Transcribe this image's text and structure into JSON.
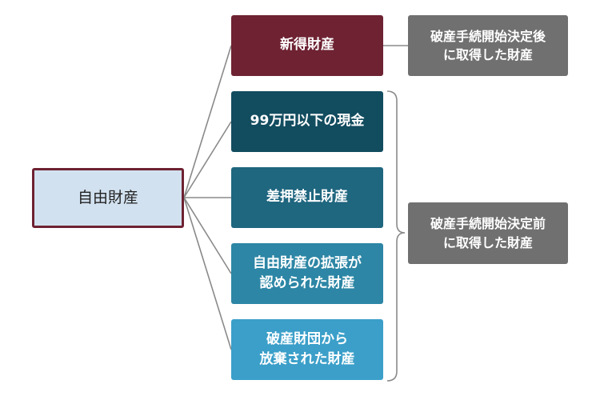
{
  "root": {
    "label": "自由財産"
  },
  "categories": [
    {
      "label": "新得財産",
      "color": "#6e2232"
    },
    {
      "label": "99万円以下の現金",
      "color": "#124c5f"
    },
    {
      "label": "差押禁止財産",
      "color": "#1f667f"
    },
    {
      "label": "自由財産の拡張が\n認められた財産",
      "color": "#2d86a5"
    },
    {
      "label": "破産財団から\n放棄された財産",
      "color": "#3b9fc9"
    }
  ],
  "notes": {
    "after": "破産手続開始決定後\nに取得した財産",
    "before": "破産手続開始決定前\nに取得した財産"
  },
  "colors": {
    "root_fill": "#d2e1ef",
    "root_border": "#6e2232",
    "connector": "#8a8a8a",
    "note_fill": "#707070"
  }
}
